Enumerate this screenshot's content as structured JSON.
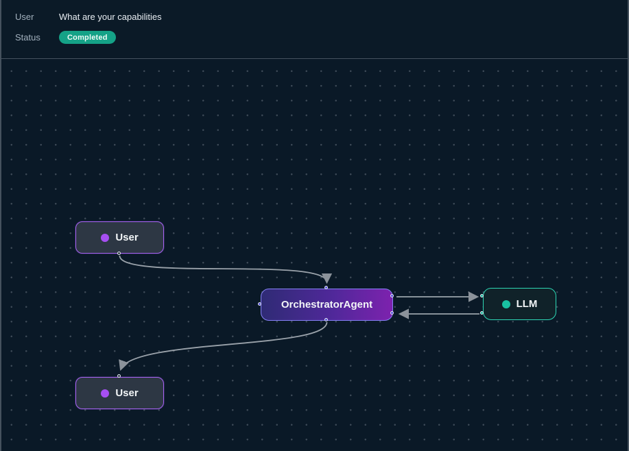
{
  "header": {
    "rows": [
      {
        "label": "User",
        "value": "What are your capabilities"
      },
      {
        "label": "Status",
        "badge": "Completed"
      }
    ]
  },
  "canvas": {
    "nodes": [
      {
        "id": "user-top",
        "label": "User",
        "type": "user",
        "accent": "#a64ff2"
      },
      {
        "id": "orchestrator",
        "label": "OrchestratorAgent",
        "type": "agent",
        "accent": "#8581f5"
      },
      {
        "id": "llm",
        "label": "LLM",
        "type": "llm",
        "accent": "#19c2a2"
      },
      {
        "id": "user-bottom",
        "label": "User",
        "type": "user",
        "accent": "#a64ff2"
      }
    ],
    "edges": [
      {
        "from": "user-top",
        "to": "orchestrator"
      },
      {
        "from": "orchestrator",
        "to": "llm"
      },
      {
        "from": "llm",
        "to": "orchestrator"
      },
      {
        "from": "orchestrator",
        "to": "user-bottom"
      }
    ]
  },
  "colors": {
    "background": "#0b1a27",
    "panel_border": "#45515d",
    "grid_dot": "#3d4a57",
    "status_badge_bg": "#15a287",
    "user_node_accent": "#a763f3",
    "llm_node_accent": "#2ed8b6",
    "agent_gradient_start": "#2f2b75",
    "agent_gradient_end": "#7d22ae",
    "edge_stroke": "#9ba3ab",
    "arrowhead": "#8b929a"
  }
}
